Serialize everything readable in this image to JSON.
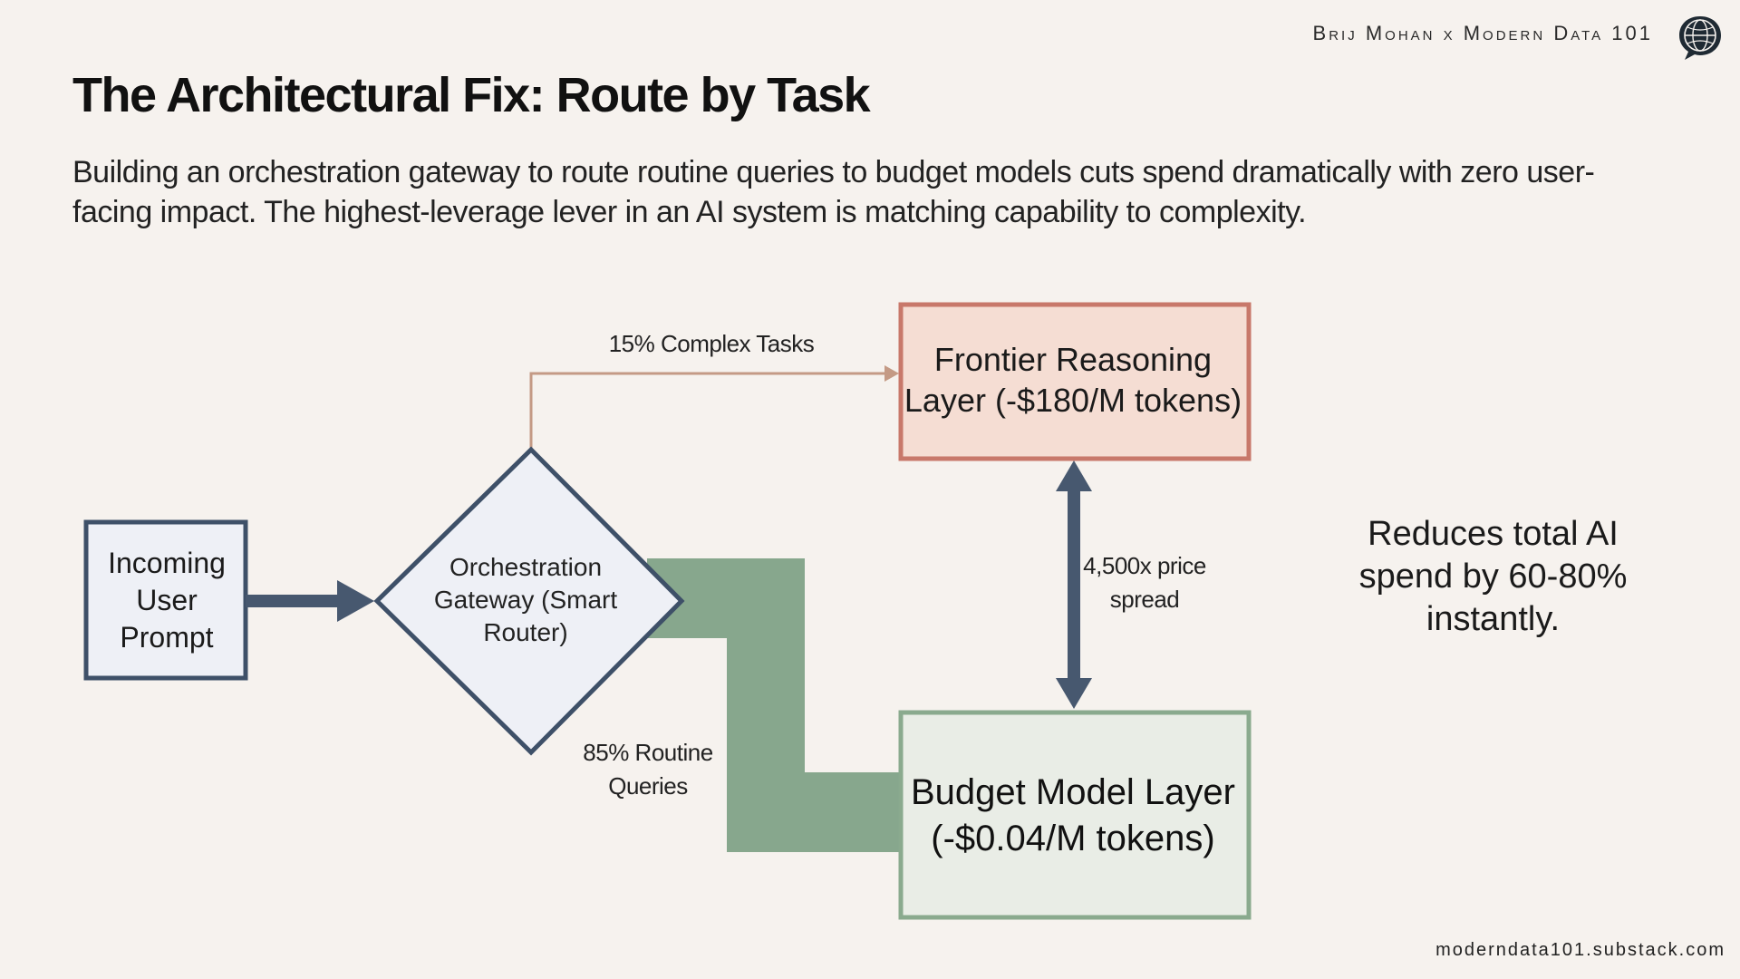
{
  "header": {
    "brand": "Brij Mohan x Modern Data 101",
    "logo_icon": "globe-chat-bubble-icon"
  },
  "title": "The Architectural Fix: Route by Task",
  "subtitle": "Building an orchestration gateway to route routine queries to budget models cuts spend dramatically with zero user-facing impact. The highest-leverage lever in an AI system is matching capability to complexity.",
  "diagram": {
    "input_node": "Incoming User Prompt",
    "gateway_node": "Orchestration Gateway (Smart Router)",
    "frontier_node": "Frontier Reasoning Layer (-$180/M tokens)",
    "budget_node": "Budget Model Layer (-$0.04/M tokens)",
    "complex_edge_label": "15% Complex Tasks",
    "routine_edge_label": "85% Routine Queries",
    "spread_label": "4,500x price spread",
    "colors": {
      "input_fill": "#eef0f6",
      "input_stroke": "#3e5068",
      "frontier_fill": "#f5ddd3",
      "frontier_stroke": "#c8786a",
      "budget_fill": "#e9ede6",
      "budget_stroke": "#8aaa8e",
      "routine_flow": "#87a78d",
      "complex_flow": "#c49a85",
      "arrow": "#47586f"
    }
  },
  "note": "Reduces total AI spend by 60-80% instantly.",
  "footer": "moderndata101.substack.com"
}
